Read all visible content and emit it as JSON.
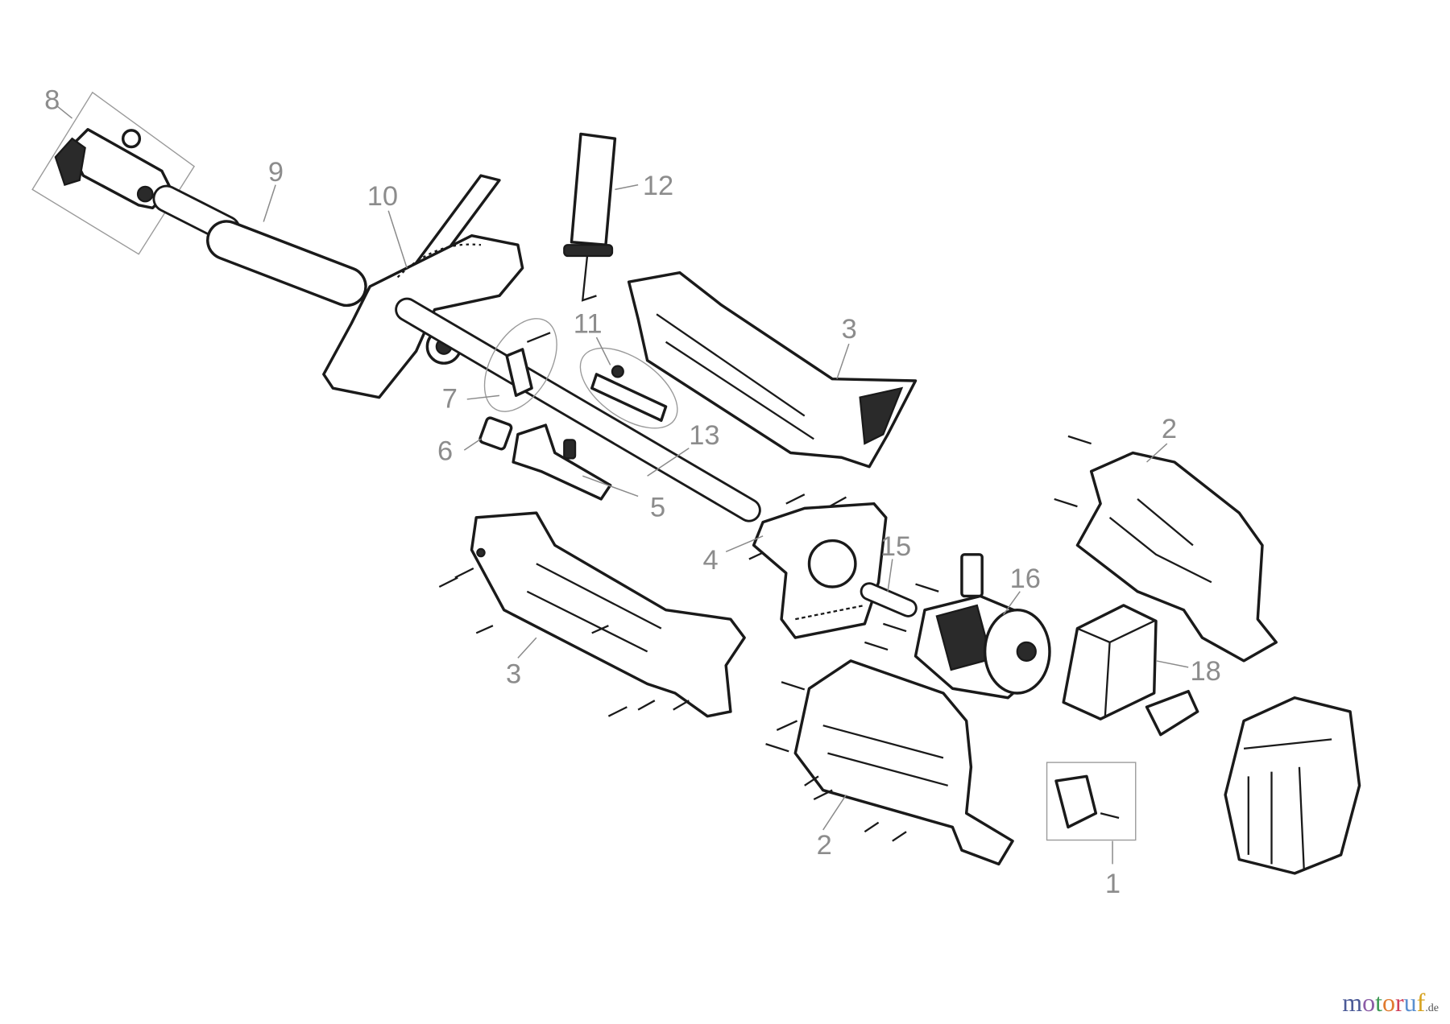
{
  "diagram": {
    "callouts": {
      "p8": "8",
      "p9": "9",
      "p10": "10",
      "p12": "12",
      "p11": "11",
      "p3_top": "3",
      "p7": "7",
      "p13": "13",
      "p6": "6",
      "p5": "5",
      "p2_top": "2",
      "p4": "4",
      "p15": "15",
      "p16": "16",
      "p3_bottom": "3",
      "p18": "18",
      "p2_bottom": "2",
      "p1": "1"
    },
    "callout_color": "#8c8c8c",
    "line_color": "#1a1a1a"
  },
  "watermark": {
    "letters": [
      "m",
      "o",
      "t",
      "o",
      "r",
      "u",
      "f"
    ],
    "letter_colors": [
      "#4b5a97",
      "#8b5ca6",
      "#3f9a55",
      "#e07a2e",
      "#d0405a",
      "#5a8fd0",
      "#d6a21e"
    ],
    "tld": ".de"
  }
}
